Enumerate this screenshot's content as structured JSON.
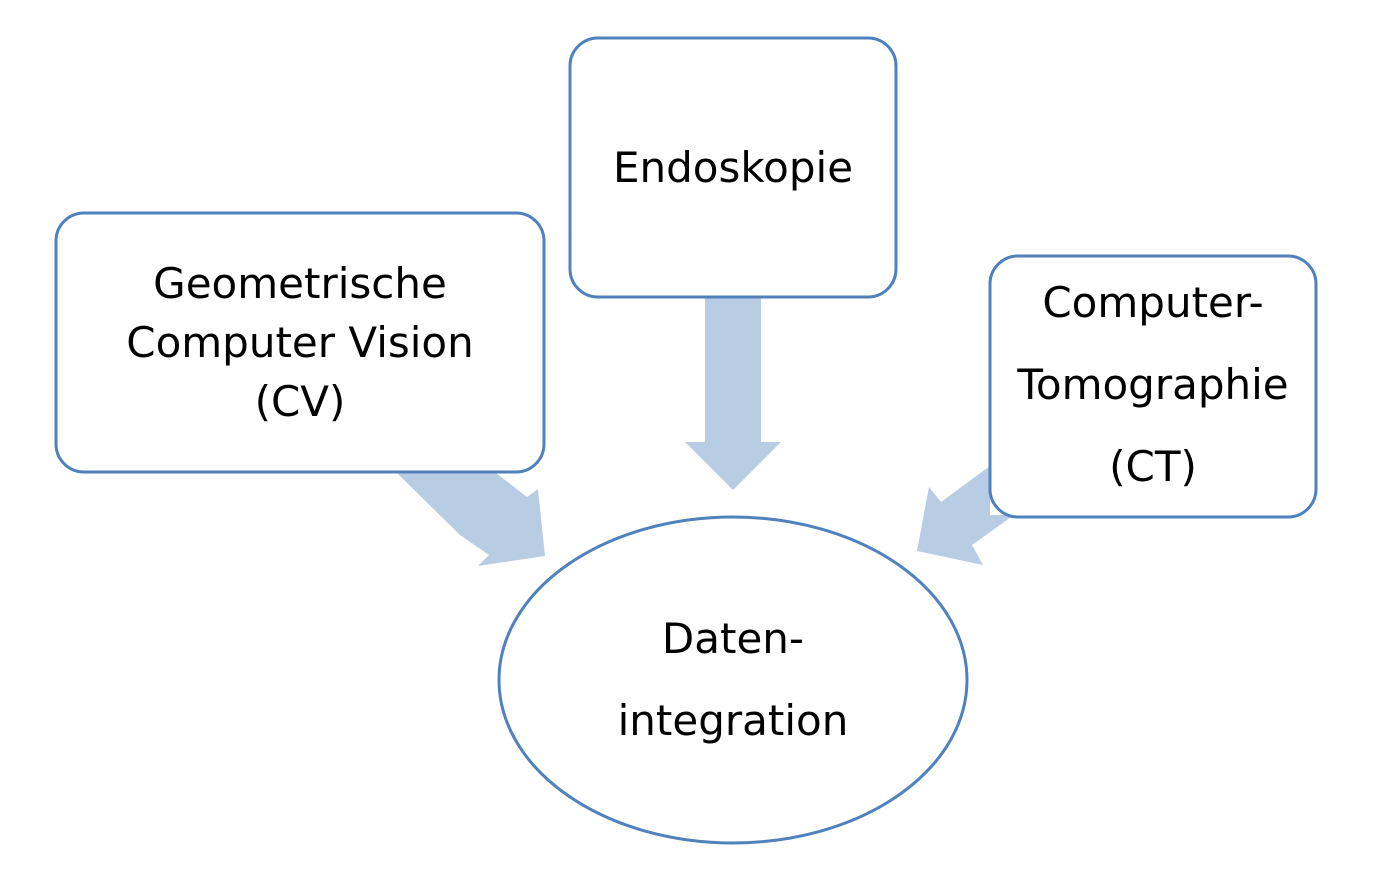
{
  "diagram": {
    "colors": {
      "box_border": "#4f81bd",
      "box_fill": "#ffffff",
      "arrow_fill": "#b8cce4",
      "text": "#000000"
    },
    "nodes": {
      "cv": {
        "line1": "Geometrische",
        "line2": "Computer Vision",
        "line3": "(CV)"
      },
      "endo": {
        "line1": "Endoskopie"
      },
      "ct": {
        "line1": "Computer-",
        "line2": "Tomographie",
        "line3": "(CT)"
      },
      "target": {
        "line1": "Daten-",
        "line2": "integration"
      }
    },
    "edges": [
      {
        "from": "Geometrische Computer Vision (CV)",
        "to": "Daten-integration"
      },
      {
        "from": "Endoskopie",
        "to": "Daten-integration"
      },
      {
        "from": "Computer-Tomographie (CT)",
        "to": "Daten-integration"
      }
    ]
  }
}
